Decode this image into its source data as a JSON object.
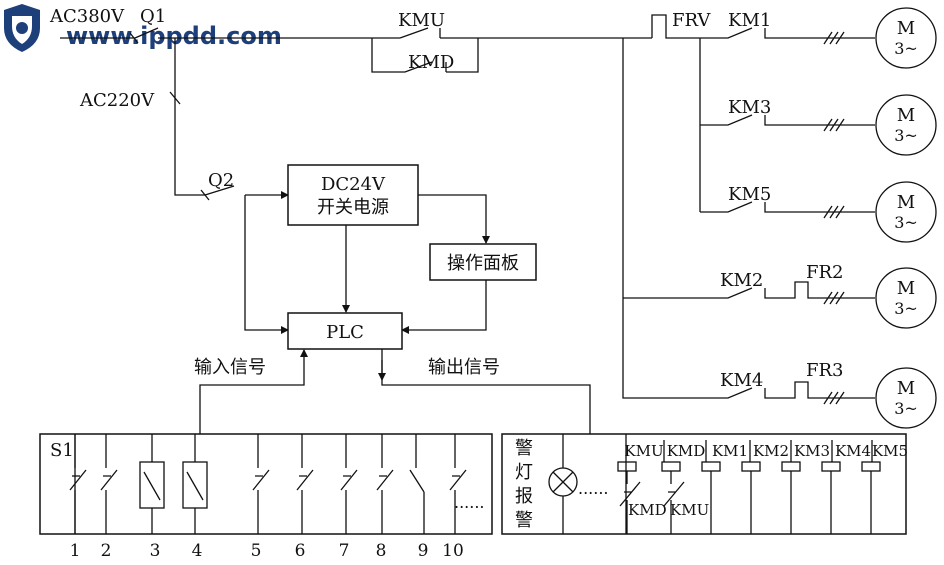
{
  "watermark": {
    "site": "www.ippdd.com",
    "logo": "shield-logo"
  },
  "power": {
    "ac380": "AC380V",
    "ac220": "AC220V",
    "q1": "Q1",
    "q2": "Q2",
    "kmu": "KMU",
    "kmd": "KMD",
    "frv": "FRV"
  },
  "motors": {
    "symbol": "M",
    "phase": "3~",
    "rows": [
      {
        "contact": "KM1",
        "relay": ""
      },
      {
        "contact": "KM3",
        "relay": ""
      },
      {
        "contact": "KM5",
        "relay": ""
      },
      {
        "contact": "KM2",
        "relay": "FR2"
      },
      {
        "contact": "KM4",
        "relay": "FR3"
      }
    ]
  },
  "blocks": {
    "psu_line1": "DC24V",
    "psu_line2": "开关电源",
    "panel": "操作面板",
    "plc": "PLC"
  },
  "signals": {
    "input": "输入信号",
    "output": "输出信号"
  },
  "input_box": {
    "title": "S1",
    "numbers": [
      "1",
      "2",
      "3",
      "4",
      "5",
      "6",
      "7",
      "8",
      "9",
      "10"
    ],
    "ellipsis": "......"
  },
  "output_box": {
    "alarm": [
      "警",
      "灯",
      "报",
      "警"
    ],
    "coils": [
      "KMU",
      "KMD",
      "KM1",
      "KM2",
      "KM3",
      "KM4",
      "KM5"
    ],
    "interlock_a": "KMD",
    "interlock_b": "KMU",
    "dots": "......"
  }
}
